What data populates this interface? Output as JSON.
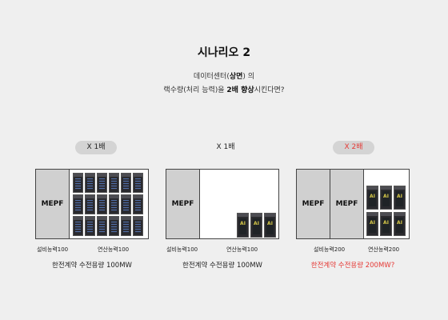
{
  "title": "시나리오 2",
  "subtitle": {
    "line1_pre": "데이터센터(",
    "line1_bold": "상면",
    "line1_post": ") 의",
    "line2_pre": "랙수량(처리 능력)을 ",
    "line2_bold1": "2배 향상",
    "line2_post": "시킨다면?"
  },
  "scenarios": [
    {
      "badge": "X 1배",
      "mepf_labels": [
        "MEPF"
      ],
      "facility_label": "설비능력100",
      "compute_label": "연산능력100",
      "power": "한전계약 수전용량 100MW"
    },
    {
      "badge": "X 1배",
      "mepf_labels": [
        "MEPF"
      ],
      "facility_label": "설비능력100",
      "compute_label": "연산능력100",
      "power": "한전계약 수전용량 100MW"
    },
    {
      "badge": "X 2배",
      "mepf_labels": [
        "MEPF",
        "MEPF"
      ],
      "facility_label": "설비능력200",
      "compute_label": "연산능력200",
      "power": "한전계약 수전용량 200MW?"
    }
  ],
  "rack_icon_label": "AI",
  "colors": {
    "accent_red": "#e53935",
    "badge_gray": "#d4d4d4",
    "mepf_gray": "#d0d0d0"
  }
}
